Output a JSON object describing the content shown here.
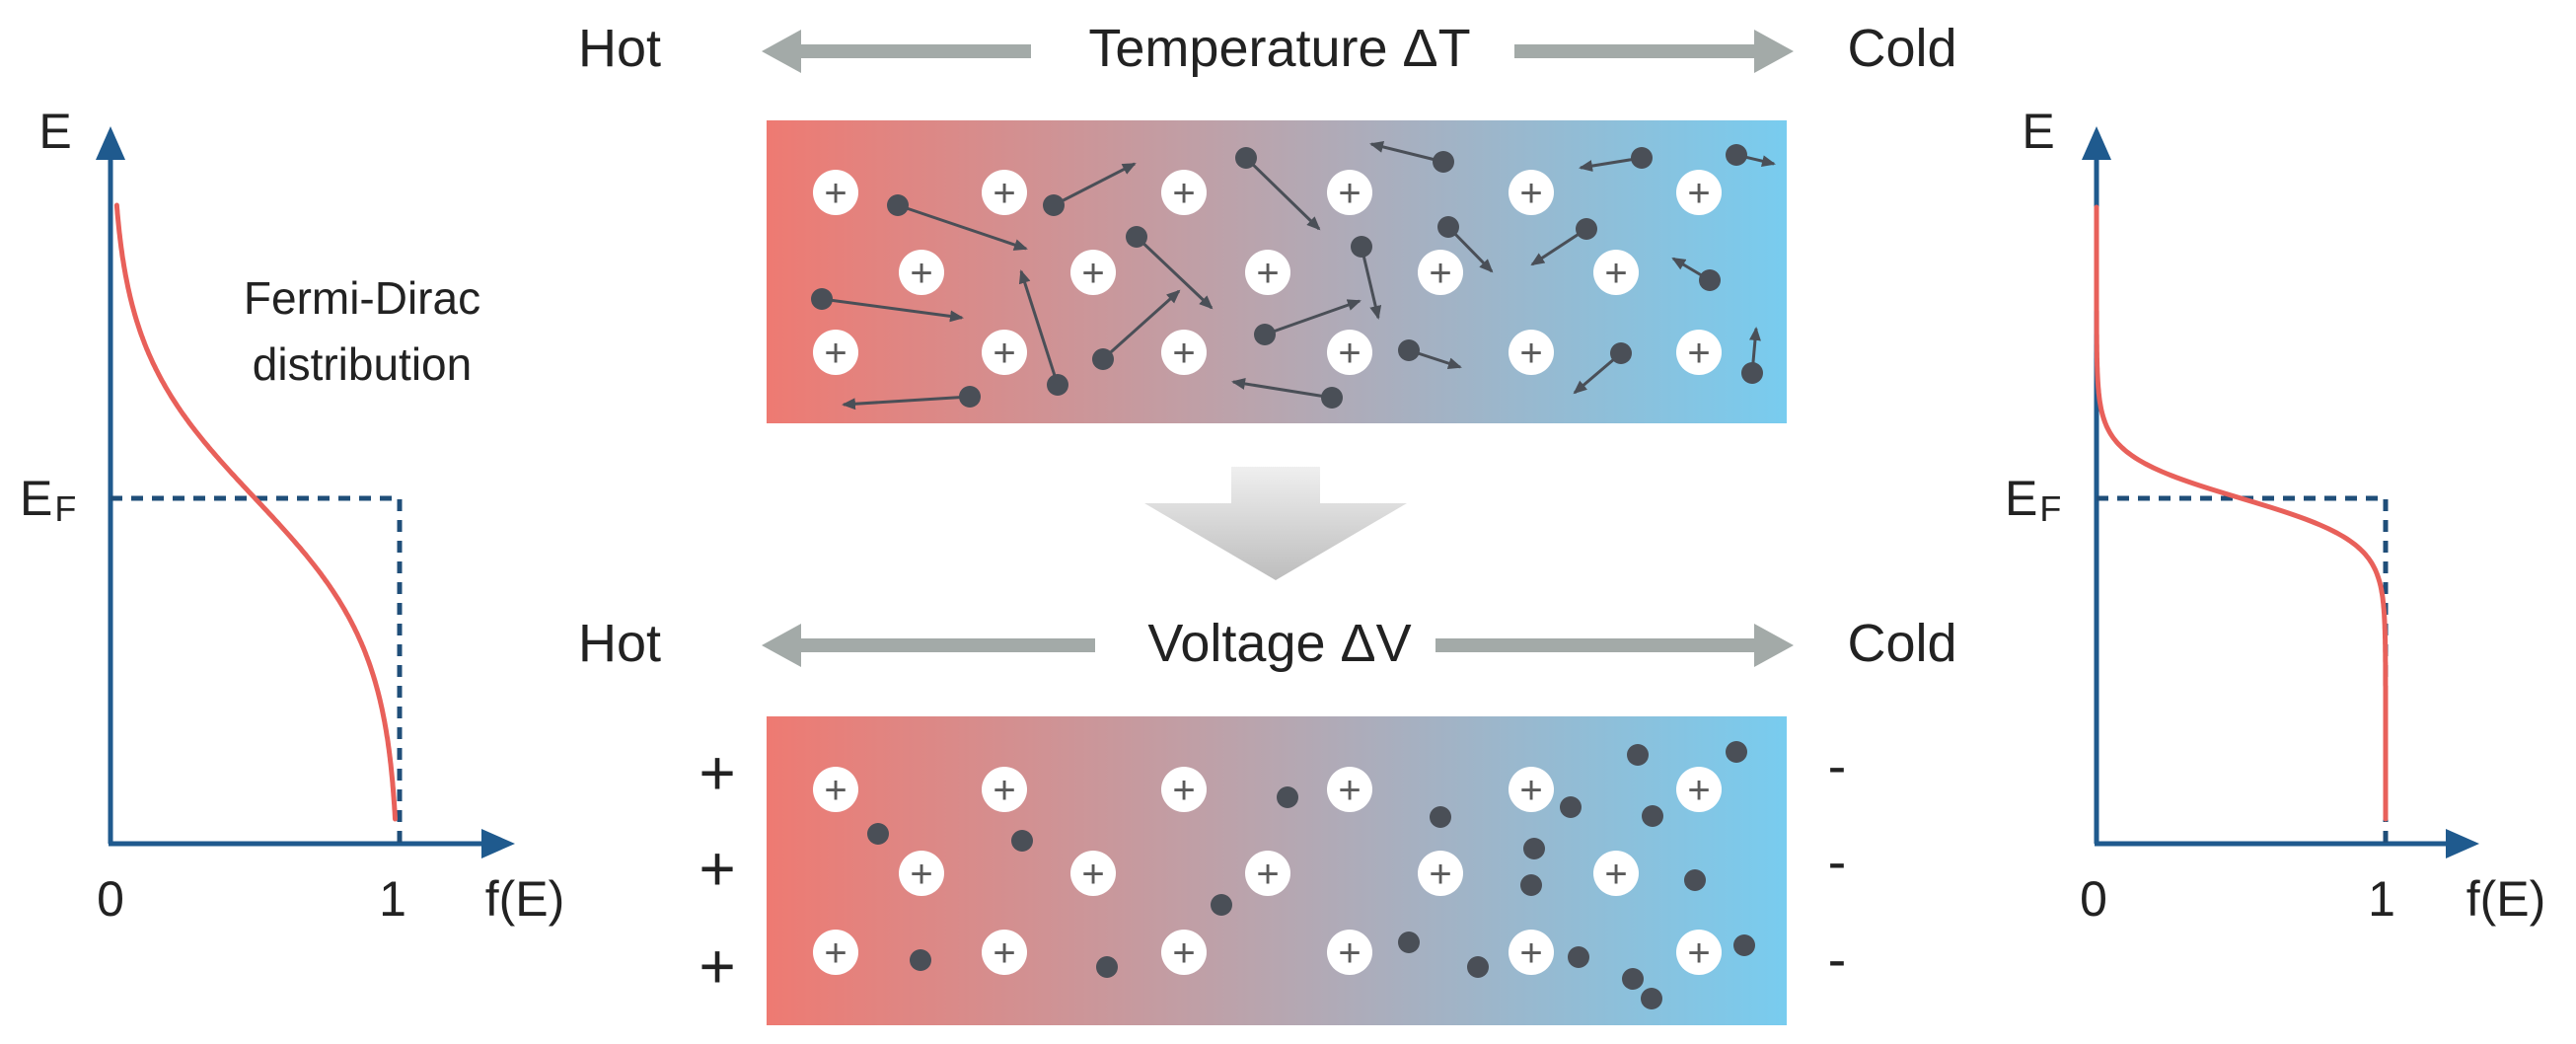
{
  "colors": {
    "axis": "#1f5a8e",
    "curve": "#e8605a",
    "dash": "#1f4e79",
    "arrow": "#a3aaa8",
    "electron": "#4a4f57",
    "ion_fill": "#ffffff",
    "ion_stroke": "#5a5a5a",
    "bar_hot": "#ee7a72",
    "bar_mid": "#b7a6b0",
    "bar_cold": "#78ccef",
    "text": "#222222"
  },
  "left_plot": {
    "y_label": "E",
    "fermi_label_main": "E",
    "fermi_label_sub": "F",
    "x_label": "f(E)",
    "tick_0": "0",
    "tick_1": "1",
    "curve_title_line1": "Fermi-Dirac",
    "curve_title_line2": "distribution"
  },
  "right_plot": {
    "y_label": "E",
    "fermi_label_main": "E",
    "fermi_label_sub": "F",
    "x_label": "f(E)",
    "tick_0": "0",
    "tick_1": "1"
  },
  "top_panel": {
    "hot_label": "Hot",
    "gradient_label": "Temperature ΔT",
    "cold_label": "Cold"
  },
  "bottom_panel": {
    "hot_label": "Hot",
    "gradient_label": "Voltage ΔV",
    "cold_label": "Cold",
    "left_charge_signs": [
      "+",
      "+",
      "+"
    ],
    "right_charge_signs": [
      "-",
      "-",
      "-"
    ]
  },
  "ion_symbol": "+"
}
